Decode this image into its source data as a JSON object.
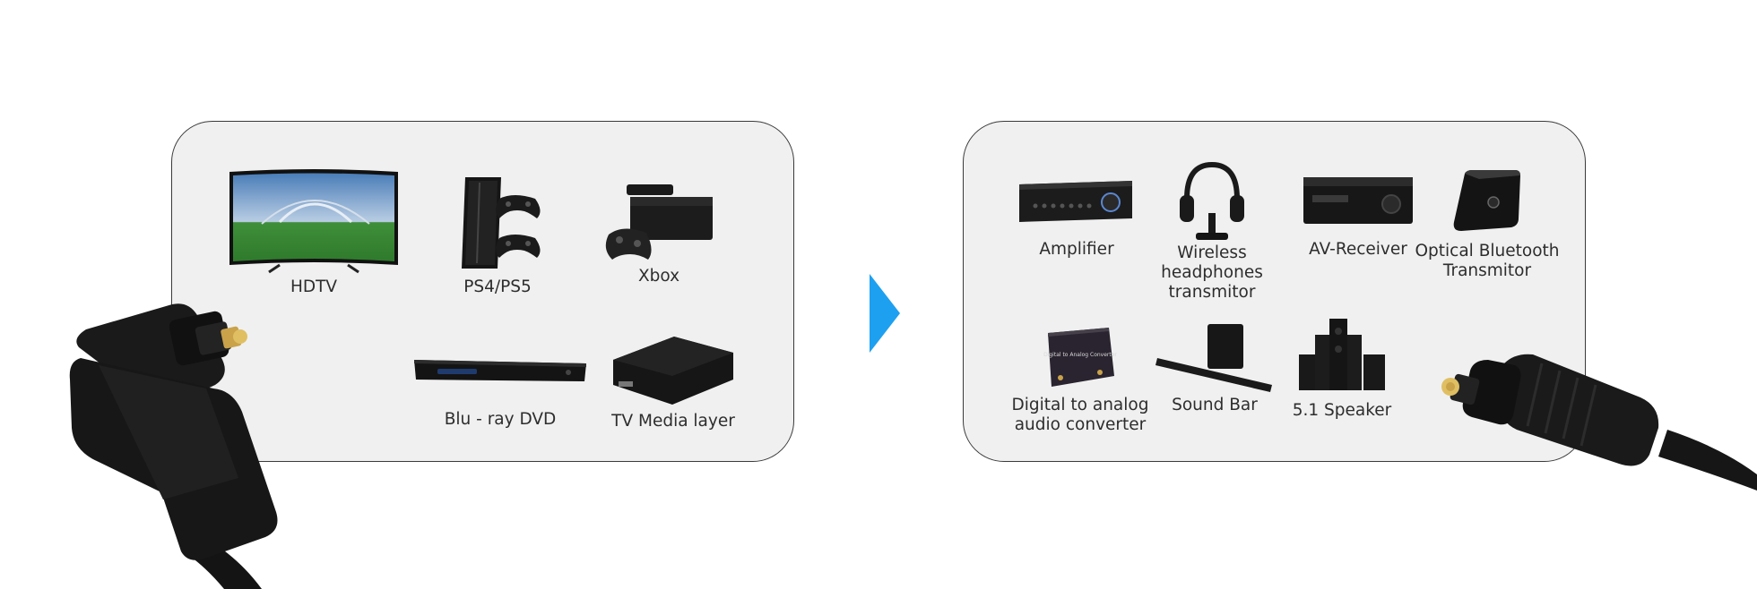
{
  "source_devices": [
    {
      "label": "HDTV",
      "icon": "tv-icon"
    },
    {
      "label": "PS4/PS5",
      "icon": "game-console-icon"
    },
    {
      "label": "Xbox",
      "icon": "game-console-icon"
    },
    {
      "label": "Blu - ray DVD",
      "icon": "disc-player-icon"
    },
    {
      "label": "TV Media layer",
      "icon": "media-box-icon"
    }
  ],
  "output_devices": [
    {
      "label": "Amplifier",
      "icon": "amplifier-icon"
    },
    {
      "label": "Wireless headphones transmitor",
      "icon": "headphones-icon"
    },
    {
      "label": "AV-Receiver",
      "icon": "receiver-icon"
    },
    {
      "label": "Optical Bluetooth Transmitor",
      "icon": "bluetooth-transmitter-icon"
    },
    {
      "label": "Digital to analog audio converter",
      "icon": "converter-icon"
    },
    {
      "label": "Sound Bar",
      "icon": "soundbar-icon"
    },
    {
      "label": "5.1 Speaker",
      "icon": "speaker-icon"
    }
  ],
  "converter_box_text": "Digital to Analog Converter",
  "colors": {
    "panel_fill": "#f0f0f0",
    "panel_border": "#3a3a3a",
    "arrow": "#1ea0f0",
    "cable": "#1a1a1a",
    "connector_tip": "#c9a24a"
  }
}
